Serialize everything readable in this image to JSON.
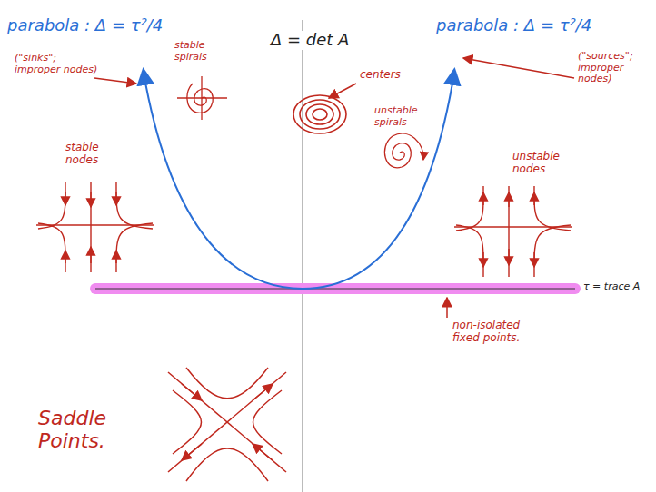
{
  "diagram": {
    "labels": [
      "parabola : Δ = τ²/4",
      "stable spirals",
      "Δ = det A",
      "centers",
      "parabola : Δ = τ²/4",
      "(\"sinks\"; improper nodes)",
      "(\"sources\"; improper nodes)",
      "unstable spirals",
      "stable nodes",
      "unstable nodes",
      "τ = trace A",
      "non-isolated fixed points.",
      "Saddle Points."
    ]
  }
}
